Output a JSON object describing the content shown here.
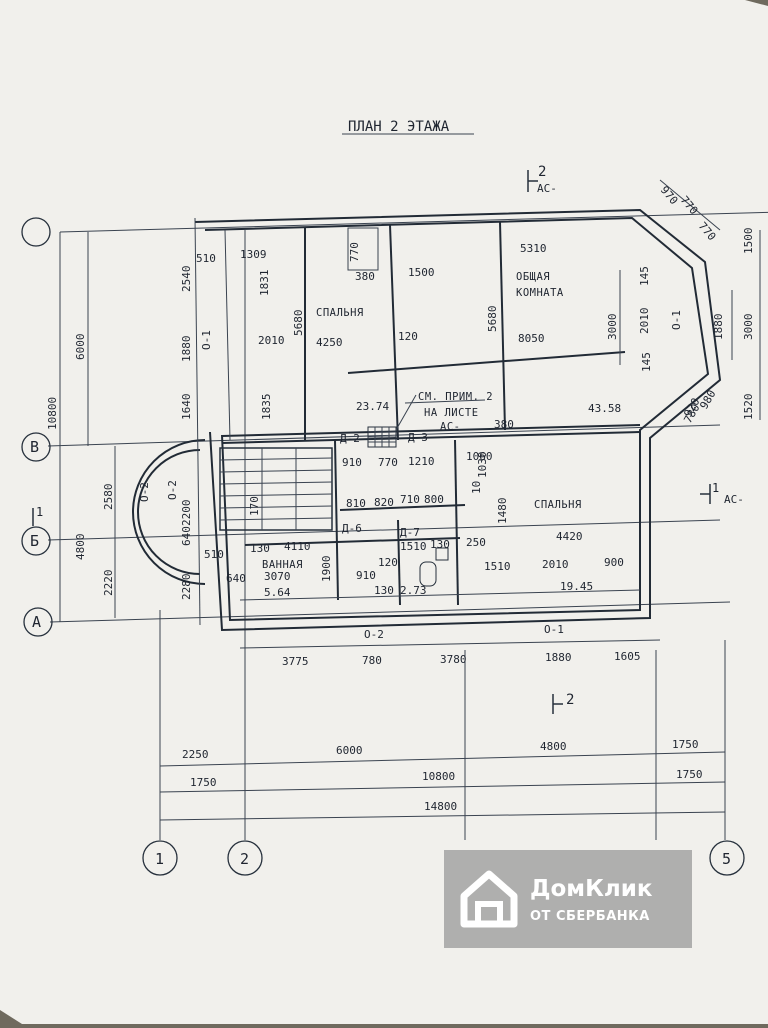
{
  "sheet": {
    "title": "ПЛАН 2 ЭТАЖА",
    "rooms": [
      {
        "id": "spalnya_left",
        "label": "СПАЛЬНЯ"
      },
      {
        "id": "obshaya1",
        "label": "ОБЩАЯ"
      },
      {
        "id": "obshaya2",
        "label": "КОМНАТА"
      },
      {
        "id": "spalnya_right",
        "label": "СПАЛЬНЯ"
      },
      {
        "id": "vannaya",
        "label": "ВАННАЯ"
      }
    ],
    "areas": [
      "23.74",
      "43.58",
      "5.64",
      "19.45",
      "2.73"
    ],
    "notes": [
      "СМ. ПРИМ. 2",
      "НА ЛИСТЕ",
      "АС-"
    ],
    "section_marks": [
      {
        "id": "s2_top",
        "num": "2",
        "code": "АС-"
      },
      {
        "id": "s1_right",
        "num": "1",
        "code": "АС-"
      },
      {
        "id": "s1_left",
        "num": "1"
      },
      {
        "id": "s2_bottom",
        "num": "2"
      }
    ],
    "doors": [
      "Д-2",
      "Д-3",
      "Д-6",
      "Д-7"
    ],
    "windows": [
      "О-1",
      "О-1",
      "О-2",
      "О-2",
      "О-1",
      "О-2"
    ],
    "axis_letters": [
      "В",
      "Б",
      "А"
    ],
    "axis_numbers": [
      "1",
      "2",
      "5"
    ],
    "dims_bottom_row1": [
      "3775",
      "780",
      "3780",
      "1880",
      "1605"
    ],
    "dims_bottom_row2": [
      "2250",
      "6000",
      "4800",
      "1750"
    ],
    "dims_bottom_row3": [
      "1750",
      "10800",
      "1750"
    ],
    "dims_bottom_total": "14800",
    "dims_left_outer": [
      "10800",
      "4800"
    ],
    "dims_left_6000": "6000",
    "dims_left_mid": [
      "2580",
      "2220"
    ],
    "dims_left_inner": [
      "2540",
      "1880",
      "1640",
      "2280"
    ],
    "dims_right": [
      "1500",
      "3000",
      "1520"
    ],
    "dims_misc": [
      "510",
      "1309",
      "1831",
      "2010",
      "5680",
      "1835",
      "770",
      "380",
      "1500",
      "5310",
      "4250",
      "120",
      "8050",
      "5680",
      "3000",
      "2010",
      "145",
      "1880",
      "145",
      "920",
      "780",
      "980",
      "910",
      "770",
      "1210",
      "1060",
      "380",
      "1030",
      "1480",
      "10",
      "810",
      "820",
      "710",
      "800",
      "1510",
      "130",
      "4110",
      "1900",
      "910",
      "130",
      "120",
      "250",
      "1510",
      "2010",
      "900",
      "4420",
      "510",
      "130",
      "3070",
      "640",
      "2200",
      "640",
      "170",
      "770",
      "970",
      "770"
    ]
  },
  "watermark": {
    "brand": "ДомКлик",
    "sub": "ОТ СБЕРБАНКА"
  },
  "colors": {
    "paper": "#f1f0ec",
    "ink": "#26303c",
    "background": "#6f6a5e",
    "watermark": "#969696"
  }
}
